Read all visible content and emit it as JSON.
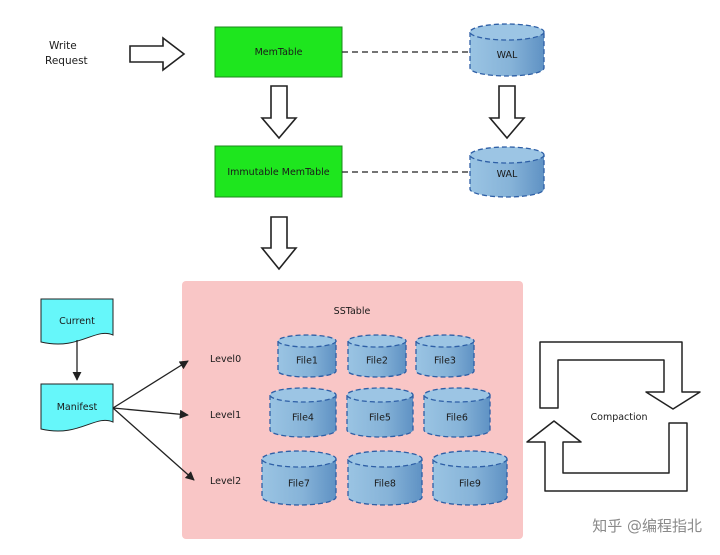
{
  "write_request": "Write\nRequest",
  "memtable": "MemTable",
  "immutable_memtable": "Immutable MemTable",
  "wal_top": "WAL",
  "wal_bottom": "WAL",
  "sstable_title": "SSTable",
  "levels": [
    "Level0",
    "Level1",
    "Level2"
  ],
  "files": {
    "level0": [
      "File1",
      "File2",
      "File3"
    ],
    "level1": [
      "File4",
      "File5",
      "File6"
    ],
    "level2": [
      "File7",
      "File8",
      "File9"
    ]
  },
  "current": "Current",
  "manifest": "Manifest",
  "compaction": "Compaction",
  "watermark": "知乎 @编程指北",
  "colors": {
    "memtable_fill": "#1ee61e",
    "sstable_bg": "#f9c6c6",
    "doc_fill": "#66f7fa",
    "cylinder_fill": "#85b4d9",
    "cylinder_stroke": "#2e5fa6"
  }
}
